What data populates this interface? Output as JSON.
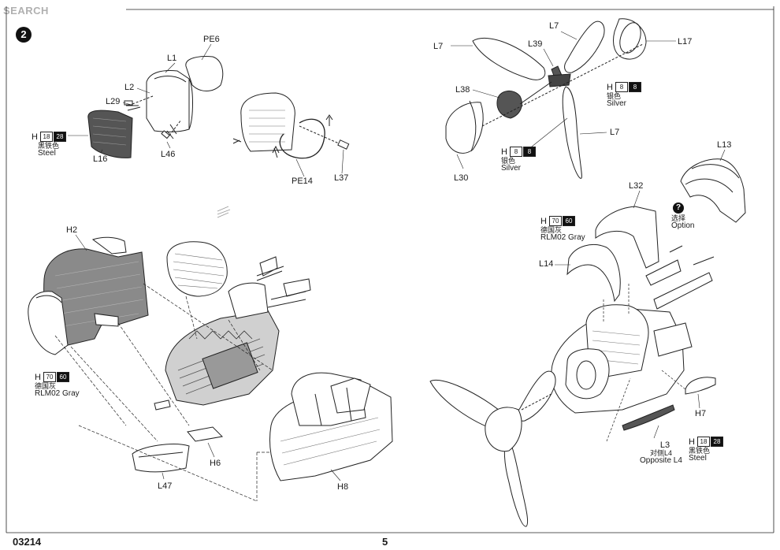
{
  "watermark": {
    "brand_a": "",
    "brand_b": "SEARCH",
    "url": ""
  },
  "step_number": "2",
  "footer": {
    "kit_code": "03214",
    "page_number": "5"
  },
  "labels": {
    "pe6": "PE6",
    "l1": "L1",
    "l2": "L2",
    "l29": "L29",
    "l16": "L16",
    "l46": "L46",
    "pe14": "PE14",
    "l37": "L37",
    "l7a": "L7",
    "l7b": "L7",
    "l7c": "L7",
    "l39": "L39",
    "l17": "L17",
    "l38": "L38",
    "l30": "L30",
    "l13": "L13",
    "l32": "L32",
    "l14": "L14",
    "h2": "H2",
    "h6": "H6",
    "h7": "H7",
    "h8": "H8",
    "l47": "L47"
  },
  "option_note": {
    "cn": "选择",
    "en": "Option"
  },
  "l3_note": {
    "l3": "L3",
    "cn": "对侧L4",
    "en": "Opposite L4"
  },
  "paints": {
    "steel_a": {
      "h": "H",
      "n1": "18",
      "n2": "28",
      "cn": "黑铁色",
      "en": "Steel"
    },
    "silver_a": {
      "h": "H",
      "n1": "8",
      "n2": "8",
      "cn": "银色",
      "en": "Silver"
    },
    "silver_b": {
      "h": "H",
      "n1": "8",
      "n2": "8",
      "cn": "银色",
      "en": "Silver"
    },
    "gray_a": {
      "h": "H",
      "n1": "70",
      "n2": "60",
      "cn": "德国灰",
      "en": "RLM02 Gray"
    },
    "gray_b": {
      "h": "H",
      "n1": "70",
      "n2": "60",
      "cn": "德国灰",
      "en": "RLM02 Gray"
    },
    "steel_b": {
      "h": "H",
      "n1": "18",
      "n2": "28",
      "cn": "黑铁色",
      "en": "Steel"
    }
  }
}
